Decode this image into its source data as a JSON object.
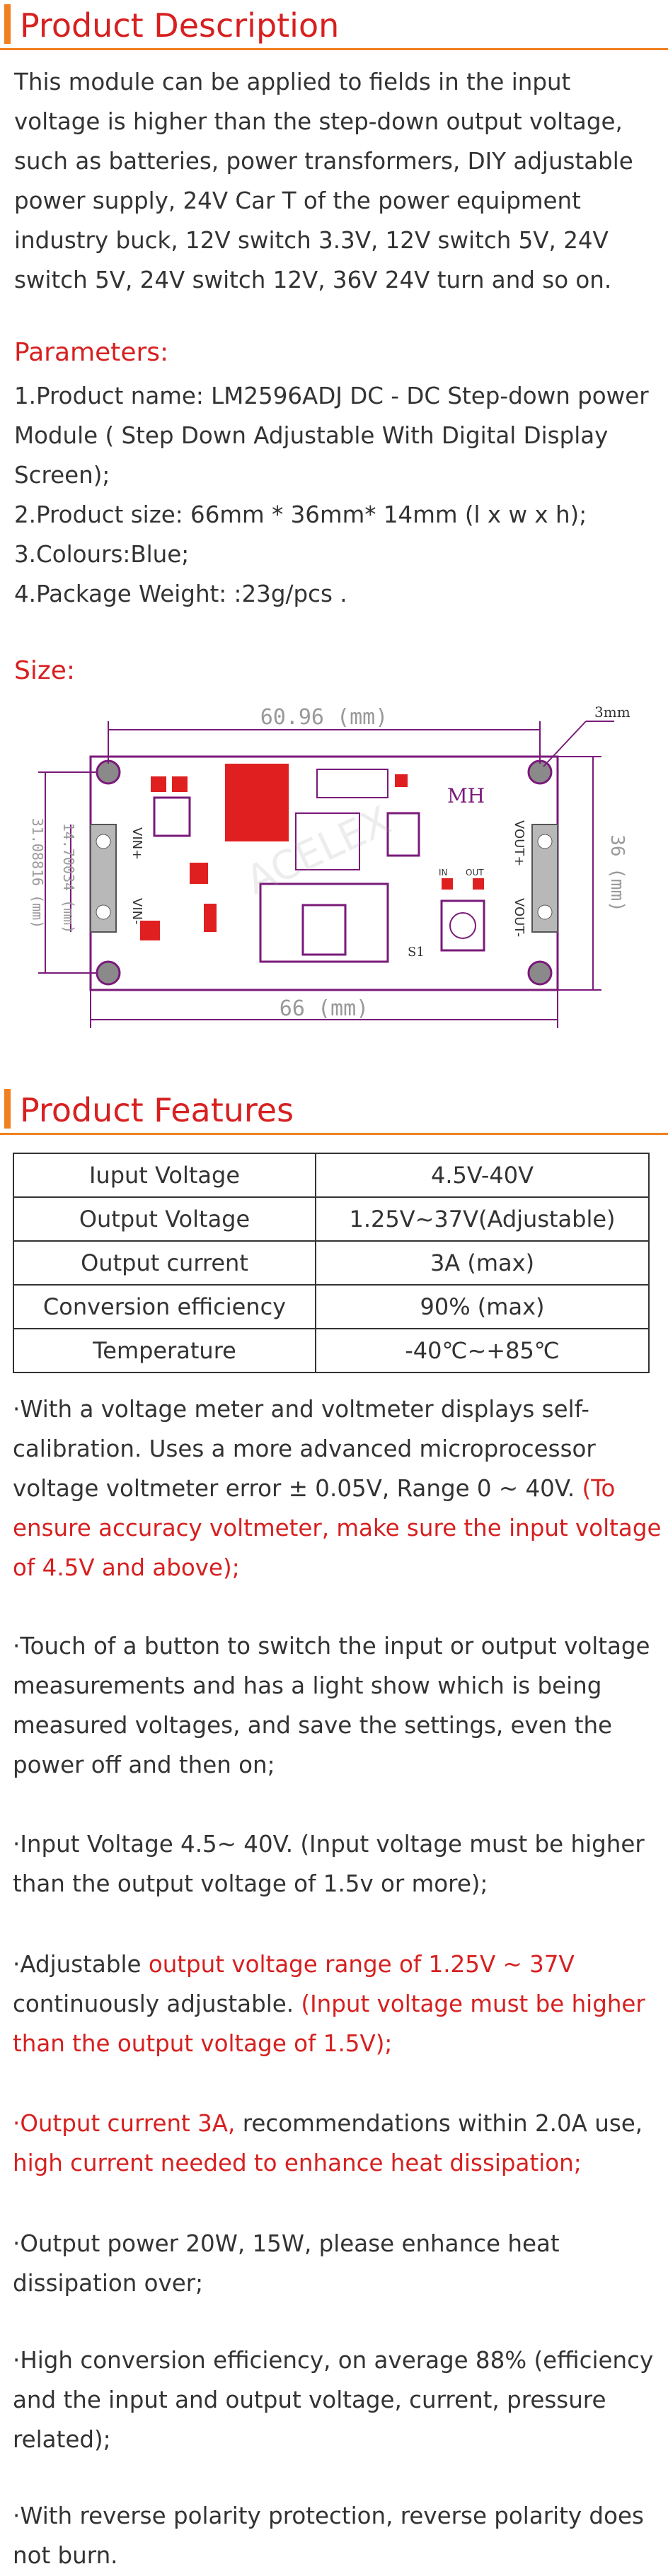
{
  "description": {
    "title": "Product Description",
    "body": "This module can be applied to fields in the input voltage is higher than the step-down output voltage, such as batteries, power transformers, DIY adjustable power supply, 24V Car T of the power equipment industry buck, 12V switch 3.3V, 12V switch 5V, 24V switch 5V, 24V switch 12V, 36V 24V turn and so on."
  },
  "parameters": {
    "title": "Parameters:",
    "items": [
      "1.Product name: LM2596ADJ DC - DC Step-down power Module ( Step Down Adjustable With Digital Display Screen);",
      "2.Product size: 66mm * 36mm* 14mm (l x w x h);",
      "3.Colours:Blue;",
      "4.Package Weight: :23g/pcs ."
    ]
  },
  "size": {
    "title": "Size:",
    "dim_top": "60.96 (mm)",
    "dim_bottom": "66 (mm)",
    "dim_right": "36 (mm)",
    "dim_left_outer": "31.08816 (mm)",
    "dim_left_inner": "14.70034 (mm)",
    "hole": "3mm",
    "mh_label": "MH",
    "vin_plus": "VIN+",
    "vin_minus": "VIN-",
    "vout_plus": "VOUT+",
    "vout_minus": "VOUT-",
    "s1": "S1",
    "in_lbl": "IN",
    "out_lbl": "OUT",
    "watermark": "ACELEX"
  },
  "features": {
    "title": "Product Features",
    "table": [
      [
        "Iuput Voltage",
        "4.5V-40V"
      ],
      [
        "Output Voltage",
        "1.25V~37V(Adjustable)"
      ],
      [
        "Output current",
        "3A (max)"
      ],
      [
        "Conversion efficiency",
        "90% (max)"
      ],
      [
        "Temperature",
        "-40℃~+85℃"
      ]
    ],
    "p1": "·With a voltage meter and voltmeter displays self-calibration. Uses a more advanced microprocessor voltage voltmeter error ± 0.05V, Range 0 ~ 40V.",
    "p1_red": "(To ensure accuracy voltmeter, make sure the input voltage of 4.5V and above);",
    "p2": "·Touch of a button to switch the input or output voltage measurements and has a light show which is being measured voltages, and save the settings, even the power off and then on;",
    "p3_red": "·Input Voltage 4.5~ 40V. (Input voltage must be higher than the output voltage of 1.5v or more);",
    "p4_a": "·Adjustable ",
    "p4_red1": "output voltage range of 1.25V ~ 37V",
    "p4_b": " continuously adjustable. ",
    "p4_red2": "(Input voltage must be higher than the output voltage of 1.5V);",
    "p5_red1": "·Output current 3A,",
    "p5_b": " recommendations within 2.0A use, ",
    "p5_red2": "high current needed to enhance heat dissipation;",
    "p6": "·Output power 20W, 15W, please enhance heat dissipation over;",
    "p7": "·High conversion efficiency, on average 88% (efficiency and the input and output voltage, current, pressure related);",
    "p8": "·With reverse polarity protection, reverse polarity does not burn."
  }
}
